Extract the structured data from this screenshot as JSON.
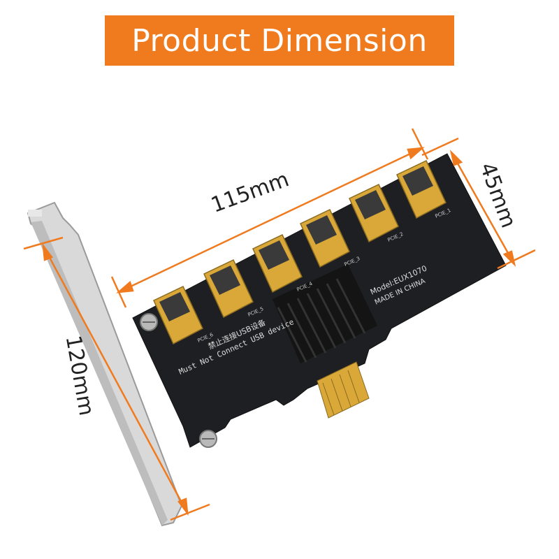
{
  "title": "Product Dimension",
  "dimensions": {
    "width": "115mm",
    "depth": "45mm",
    "height": "120mm"
  },
  "board": {
    "silkscreen_warning_cn": "禁止连接USB设备",
    "silkscreen_warning_en": "Must Not Connect USB device",
    "model": "Model:EUX1070",
    "origin": "MADE IN CHINA",
    "port_labels": [
      "PCIE_6",
      "PCIE_5",
      "PCIE_4",
      "PCIE_3",
      "PCIE_2",
      "PCIE_1"
    ]
  },
  "colors": {
    "accent": "#f07a1e",
    "pcb": "#1e1f22",
    "heatsink": "#141414",
    "bracket": "#d9d9d9",
    "gold": "#d9a838"
  }
}
